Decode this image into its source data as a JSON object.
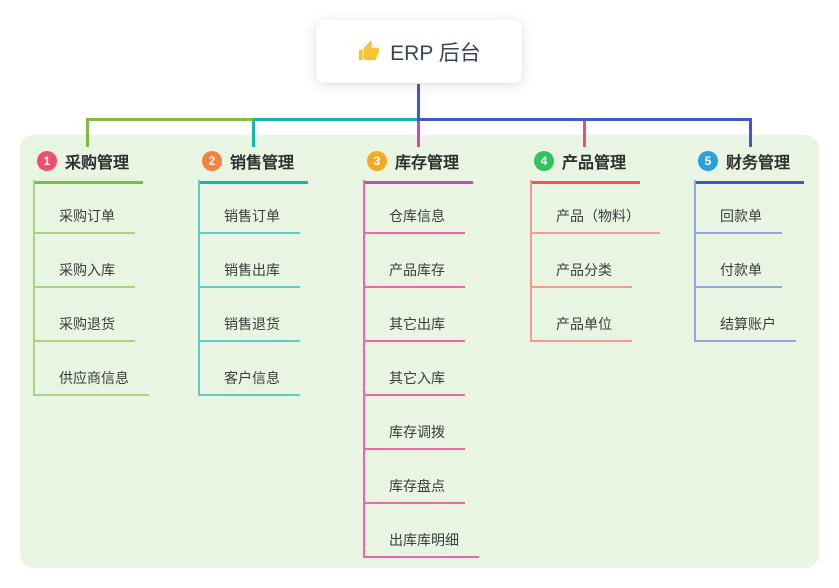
{
  "root": {
    "label": "ERP 后台",
    "icon": "thumbs-up-icon"
  },
  "branches": [
    {
      "badge": "1",
      "label": "采购管理",
      "badge_color": "#F0506E",
      "line_color": "#7FBC3F",
      "child_line_color": "#A9D37F",
      "children": [
        "采购订单",
        "采购入库",
        "采购退货",
        "供应商信息"
      ]
    },
    {
      "badge": "2",
      "label": "销售管理",
      "badge_color": "#F6823E",
      "line_color": "#13B5AE",
      "child_line_color": "#5FCDC6",
      "children": [
        "销售订单",
        "销售出库",
        "销售退货",
        "客户信息"
      ]
    },
    {
      "badge": "3",
      "label": "库存管理",
      "badge_color": "#F8A81F",
      "line_color": "#CD49B4",
      "child_line_color": "#EE65AE",
      "children": [
        "仓库信息",
        "产品库存",
        "其它出库",
        "其它入库",
        "库存调拨",
        "库存盘点",
        "出库库明细"
      ]
    },
    {
      "badge": "4",
      "label": "产品管理",
      "badge_color": "#2FC45E",
      "line_color": "#F2535A",
      "child_line_color": "#F59A93",
      "children": [
        "产品（物料）",
        "产品分类",
        "产品单位"
      ]
    },
    {
      "badge": "5",
      "label": "财务管理",
      "badge_color": "#2C9FDB",
      "line_color": "#4456CC",
      "child_line_color": "#92A7E0",
      "children": [
        "回款单",
        "付款单",
        "结算账户"
      ]
    }
  ],
  "connector_colors": {
    "root_line": "#4456CC",
    "bus_left": "#7FBC3F",
    "bus_mid": "#13B5AE",
    "bus_right": "#4456CC",
    "drop_center": "#CD49B4",
    "drop_branch4": "#F0506E"
  },
  "panel_background": "#E8F5E2"
}
